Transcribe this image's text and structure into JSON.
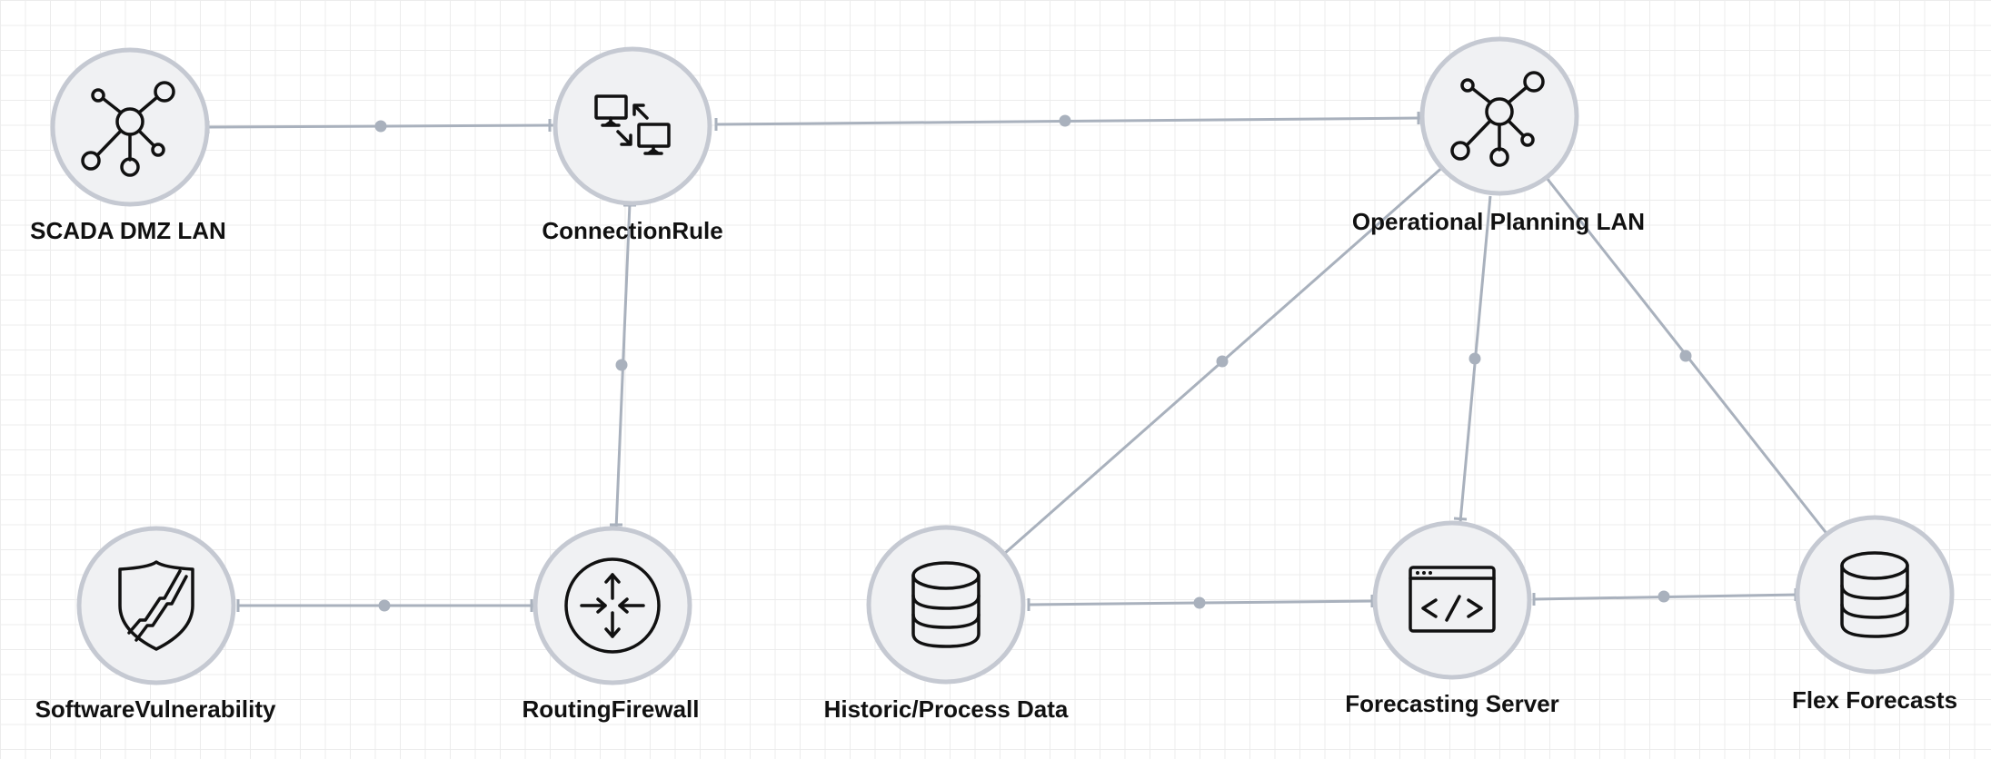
{
  "diagram": {
    "colors": {
      "edge": "#a9b1bd",
      "node_fill": "#f0f1f3",
      "node_stroke": "#c5c9d2",
      "icon": "#111111",
      "label": "#111111"
    },
    "nodes": [
      {
        "id": "scada",
        "label": "SCADA DMZ LAN",
        "icon": "network-hub-icon"
      },
      {
        "id": "conn",
        "label": "ConnectionRule",
        "icon": "computer-link-icon"
      },
      {
        "id": "opl",
        "label": "Operational Planning LAN",
        "icon": "network-hub-icon"
      },
      {
        "id": "soft",
        "label": "SoftwareVulnerability",
        "icon": "cracked-shield-icon"
      },
      {
        "id": "router",
        "label": "RoutingFirewall",
        "icon": "router-icon"
      },
      {
        "id": "hist",
        "label": "Historic/Process Data",
        "icon": "database-icon"
      },
      {
        "id": "fore",
        "label": "Forecasting Server",
        "icon": "code-window-icon"
      },
      {
        "id": "flex",
        "label": "Flex Forecasts",
        "icon": "database-icon"
      }
    ],
    "edges": [
      {
        "from": "scada",
        "to": "conn"
      },
      {
        "from": "conn",
        "to": "opl"
      },
      {
        "from": "conn",
        "to": "router"
      },
      {
        "from": "soft",
        "to": "router"
      },
      {
        "from": "hist",
        "to": "opl"
      },
      {
        "from": "fore",
        "to": "opl"
      },
      {
        "from": "flex",
        "to": "opl"
      },
      {
        "from": "hist",
        "to": "fore"
      },
      {
        "from": "fore",
        "to": "flex"
      }
    ]
  }
}
